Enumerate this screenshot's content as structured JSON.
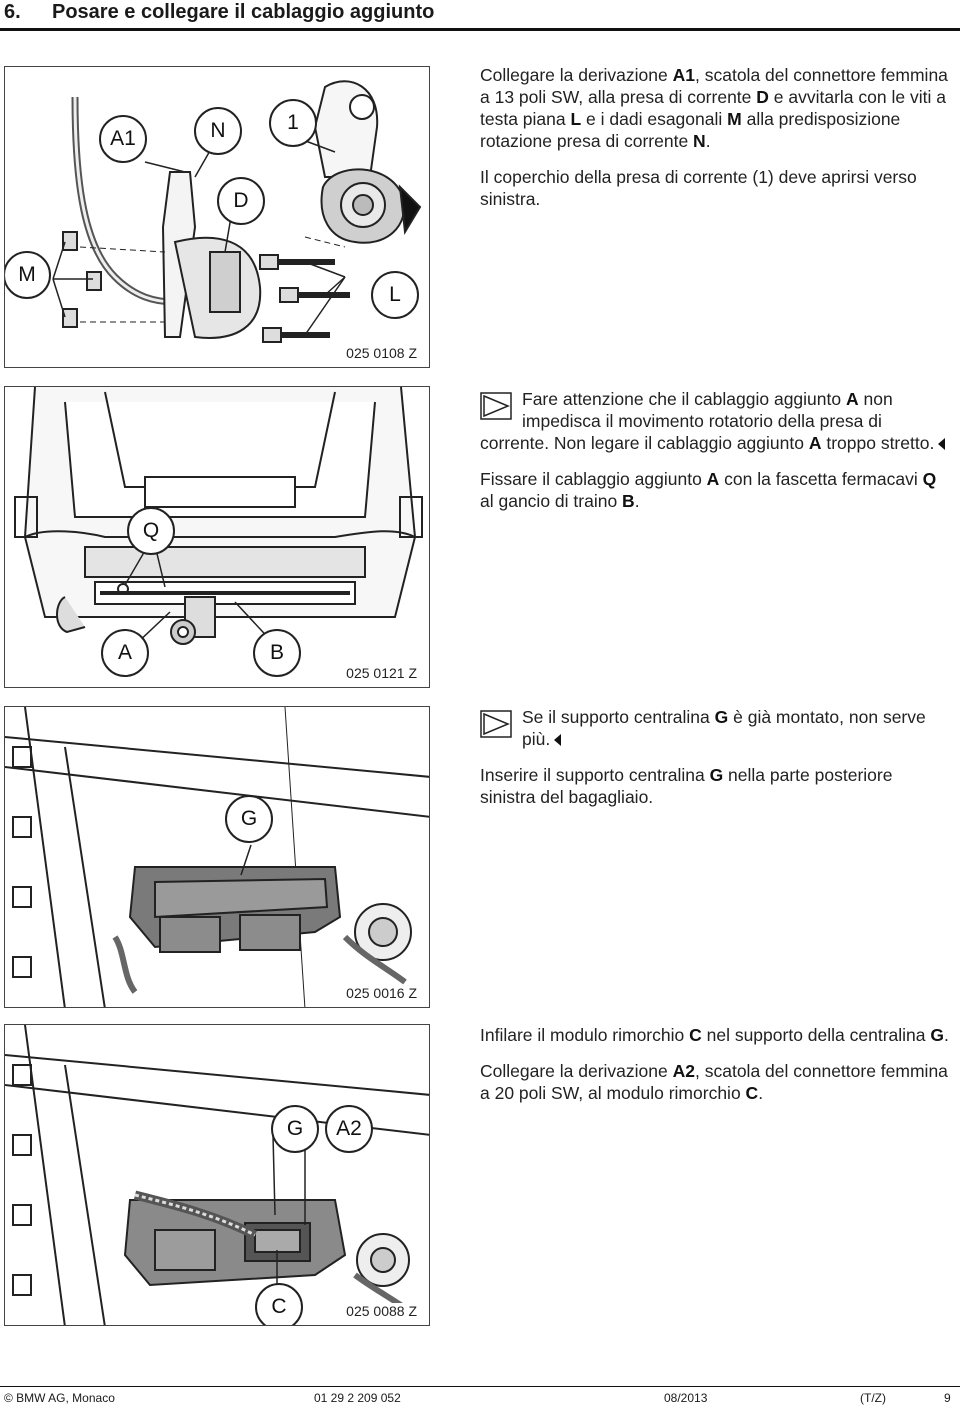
{
  "section": {
    "number": "6.",
    "title": "Posare e collegare il cablaggio aggiunto"
  },
  "figures": [
    {
      "code": "025 0108 Z",
      "labels": [
        "A1",
        "N",
        "1",
        "D",
        "M",
        "L"
      ]
    },
    {
      "code": "025 0121 Z",
      "labels": [
        "Q",
        "A",
        "B"
      ]
    },
    {
      "code": "025 0016 Z",
      "labels": [
        "G"
      ]
    },
    {
      "code": "025 0088 Z",
      "labels": [
        "G",
        "A2",
        "C"
      ]
    }
  ],
  "text1": {
    "p1": [
      "Collegare la derivazione ",
      "A1",
      ", scatola del connettore femmina a 13 poli SW, alla presa di corrente ",
      "D",
      " e avvitarla con le viti a testa piana ",
      "L",
      " e i dadi esagonali ",
      "M",
      " alla predisposizione rotazione presa di corrente ",
      "N",
      "."
    ],
    "p2": "Il coperchio della presa di corrente (1) deve aprirsi verso sinistra."
  },
  "text2": {
    "note_first": [
      "Fare attenzione che il cablaggio aggiunto ",
      "A",
      " non"
    ],
    "note_second": "impedisca il movimento rotatorio della presa di",
    "note_rest": [
      "corrente. Non legare il cablaggio aggiunto ",
      "A",
      " troppo stretto."
    ],
    "p": [
      "Fissare il cablaggio aggiunto ",
      "A",
      " con la fascetta fermacavi ",
      "Q",
      " al gancio di traino ",
      "B",
      "."
    ]
  },
  "text3": {
    "note_first": [
      "Se il supporto centralina ",
      "G",
      " è già montato, non serve"
    ],
    "note_rest": "più.",
    "p": [
      "Inserire il supporto centralina ",
      "G",
      " nella parte posteriore sinistra del bagagliaio."
    ]
  },
  "text4": {
    "p1": [
      "Infilare il modulo rimorchio ",
      "C",
      " nel supporto della centralina ",
      "G",
      "."
    ],
    "p2": [
      "Collegare la derivazione ",
      "A2",
      ", scatola del connettore femmina a 20 poli SW, al modulo rimorchio ",
      "C",
      "."
    ]
  },
  "footer": {
    "copyright": "© BMW AG, Monaco",
    "part_number": "01 29 2 209 052",
    "date": "08/2013",
    "code": "(T/Z)",
    "page": "9"
  }
}
